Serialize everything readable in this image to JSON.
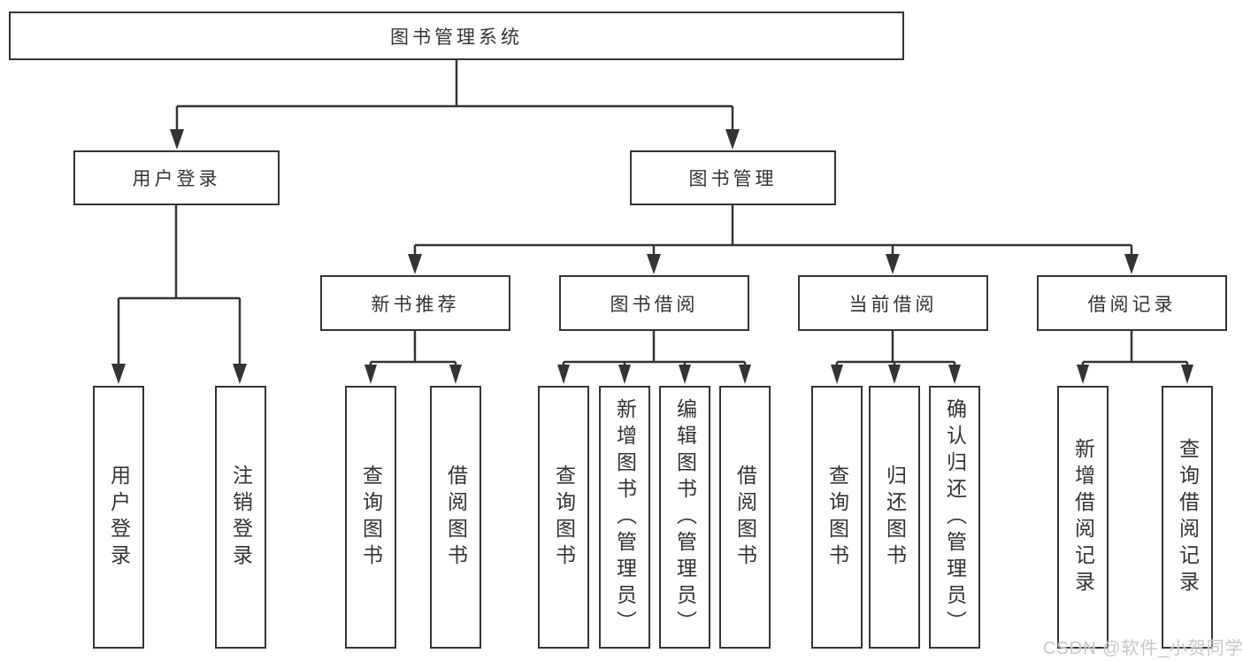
{
  "nodes": {
    "root": {
      "label": "图书管理系统"
    },
    "level2": [
      {
        "label": "用户登录"
      },
      {
        "label": "图书管理"
      }
    ],
    "level3": [
      {
        "label": "新书推荐",
        "parent": "图书管理"
      },
      {
        "label": "图书借阅",
        "parent": "图书管理"
      },
      {
        "label": "当前借阅",
        "parent": "图书管理"
      },
      {
        "label": "借阅记录",
        "parent": "图书管理"
      }
    ],
    "leaves": [
      {
        "label": "用户登录",
        "parent": "用户登录"
      },
      {
        "label": "注销登录",
        "parent": "用户登录"
      },
      {
        "label": "查询图书",
        "parent": "新书推荐"
      },
      {
        "label": "借阅图书",
        "parent": "新书推荐"
      },
      {
        "label": "查询图书",
        "parent": "图书借阅"
      },
      {
        "label": "新增图书（管理员）",
        "parent": "图书借阅"
      },
      {
        "label": "编辑图书（管理员）",
        "parent": "图书借阅"
      },
      {
        "label": "借阅图书",
        "parent": "图书借阅"
      },
      {
        "label": "查询图书",
        "parent": "当前借阅"
      },
      {
        "label": "归还图书",
        "parent": "当前借阅"
      },
      {
        "label": "确认归还（管理员）",
        "parent": "当前借阅"
      },
      {
        "label": "新增借阅记录",
        "parent": "借阅记录"
      },
      {
        "label": "查询借阅记录",
        "parent": "借阅记录"
      }
    ]
  },
  "watermark": "CSDN @软件_小贺同学",
  "colors": {
    "line": "#343434",
    "text": "#333333",
    "watermark": "#c6c6c6",
    "background": "#ffffff"
  }
}
